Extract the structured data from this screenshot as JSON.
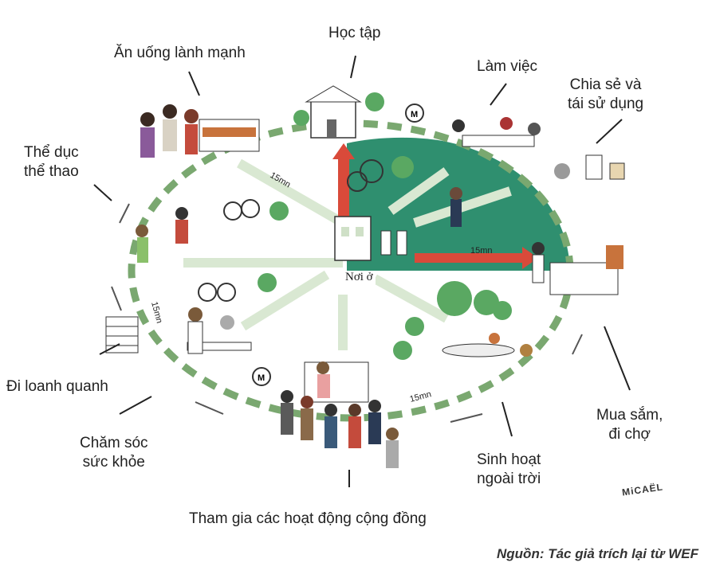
{
  "center_label": "Nơi ở",
  "distance_label": "15mn",
  "metro_icon_letter": "M",
  "labels": {
    "hoc_tap": [
      "Học tập"
    ],
    "an_uong": [
      "Ăn uống lành mạnh"
    ],
    "lam_viec": [
      "Làm việc"
    ],
    "chia_se": [
      "Chia sẻ và",
      "tái sử dụng"
    ],
    "the_duc": [
      "Thể dục",
      "thể thao"
    ],
    "di_loanh": [
      "Đi loanh quanh"
    ],
    "cham_soc": [
      "Chăm sóc",
      "sức khỏe"
    ],
    "mua_sam": [
      "Mua sắm,",
      "đi chợ"
    ],
    "sinh_hoat": [
      "Sinh hoạt",
      "ngoài trời"
    ],
    "tham_gia": [
      "Tham gia các hoạt động cộng đồng"
    ]
  },
  "signature": "MiCAËL",
  "source": "Nguồn: Tác giả trích lại từ WEF",
  "colors": {
    "green_area": "#2f8f6f",
    "red_arrow": "#d94a3a",
    "road_green": "#cfe0c7",
    "dash": "#7aa870"
  }
}
